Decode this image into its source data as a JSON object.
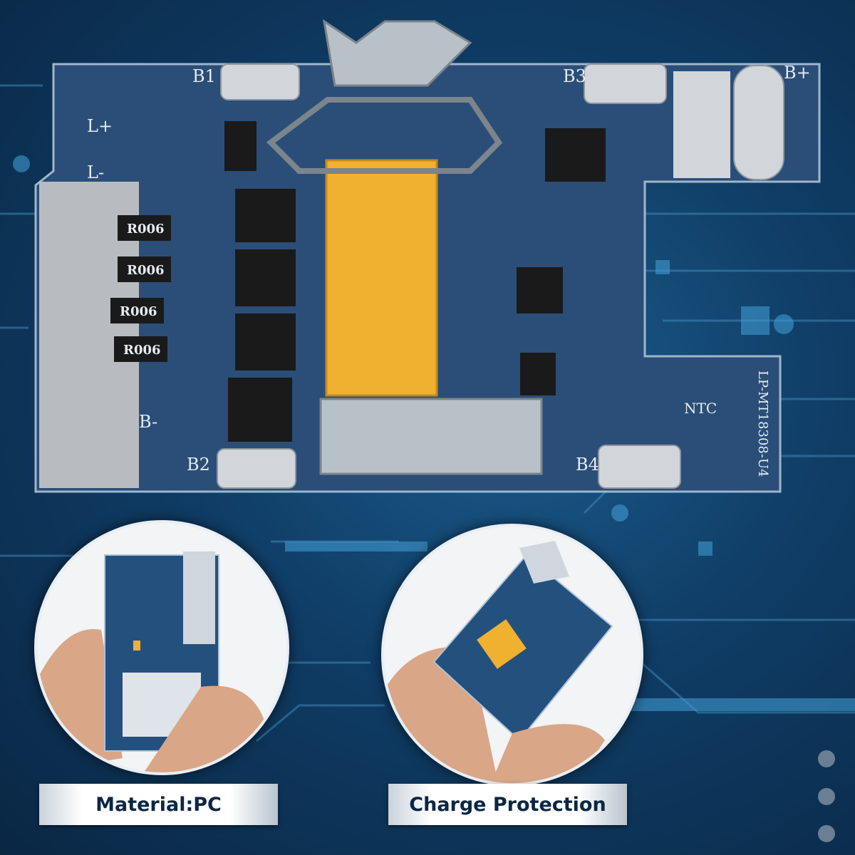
{
  "labels": {
    "material": "Material:PC",
    "charge_protection": "Charge Protection"
  },
  "pcb": {
    "pads": [
      "B1",
      "B2",
      "B3",
      "B4",
      "B+",
      "L+",
      "L-",
      "B-",
      "NTC"
    ],
    "resistors": [
      "R006",
      "R006",
      "R006",
      "R006"
    ],
    "model": "LP-MT18308-U4"
  },
  "colors": {
    "background": "#0f3d66",
    "board": "#2a4e78",
    "connector": "#f0b030",
    "label_text": "#0c2744"
  }
}
